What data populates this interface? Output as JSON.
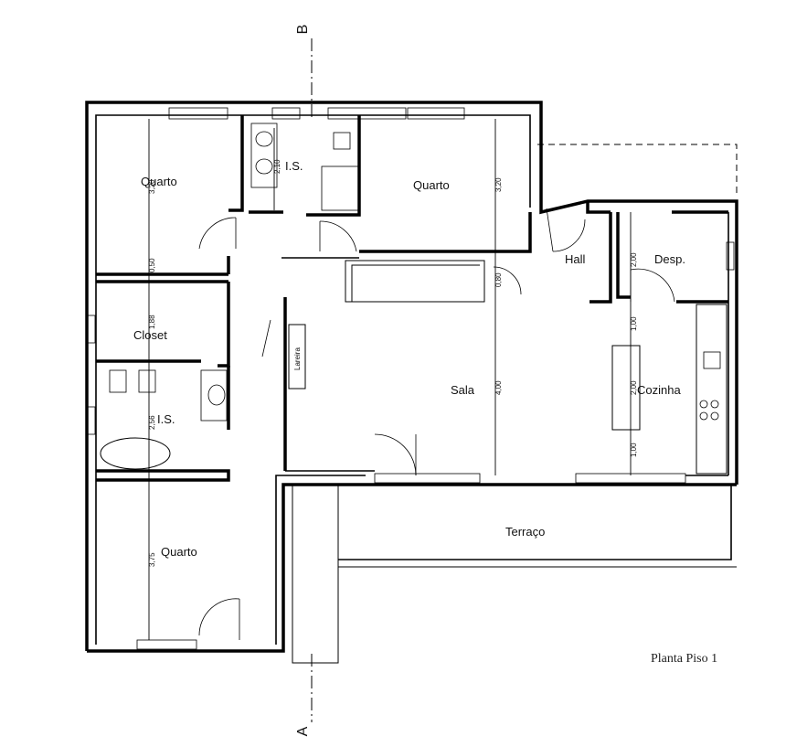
{
  "drawing": {
    "title": "Planta Piso 1",
    "section_marks": {
      "top": "B",
      "bottom": "A"
    },
    "rooms": [
      {
        "id": "quarto-nw",
        "label": "Quarto"
      },
      {
        "id": "is-top",
        "label": "I.S."
      },
      {
        "id": "quarto-ne",
        "label": "Quarto"
      },
      {
        "id": "hall",
        "label": "Hall"
      },
      {
        "id": "desp",
        "label": "Desp."
      },
      {
        "id": "closet",
        "label": "Closet"
      },
      {
        "id": "is-left",
        "label": "I.S."
      },
      {
        "id": "sala",
        "label": "Sala"
      },
      {
        "id": "cozinha",
        "label": "Cozinha"
      },
      {
        "id": "quarto-sw",
        "label": "Quarto"
      },
      {
        "id": "terraco",
        "label": "Terraço"
      }
    ],
    "fixture_labels": {
      "fireplace": "Lareira"
    },
    "dimensions": [
      {
        "id": "d-quarto-nw",
        "value": "3,20"
      },
      {
        "id": "d-corridor",
        "value": "0,50"
      },
      {
        "id": "d-closet",
        "value": "1,88"
      },
      {
        "id": "d-is-left",
        "value": "2,56"
      },
      {
        "id": "d-quarto-sw",
        "value": "3,75"
      },
      {
        "id": "d-is-top",
        "value": "2,10"
      },
      {
        "id": "d-quarto-ne",
        "value": "3,20"
      },
      {
        "id": "d-stair",
        "value": "0,80"
      },
      {
        "id": "d-sala",
        "value": "4,00"
      },
      {
        "id": "d-desp",
        "value": "2,00"
      },
      {
        "id": "d-coz-top",
        "value": "1,00"
      },
      {
        "id": "d-coz-mid",
        "value": "2,00"
      },
      {
        "id": "d-coz-bot",
        "value": "1,00"
      }
    ]
  }
}
